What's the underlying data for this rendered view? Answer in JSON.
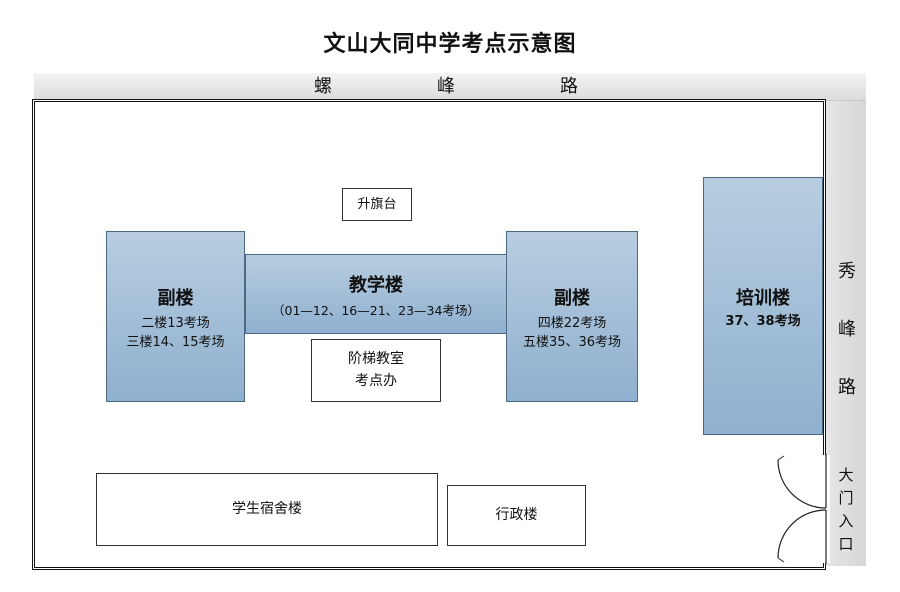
{
  "title": "文山大同中学考点示意图",
  "roads": {
    "top": [
      "螺",
      "峰",
      "路"
    ],
    "right": [
      "秀",
      "峰",
      "路"
    ]
  },
  "gate": [
    "大",
    "门",
    "入",
    "口"
  ],
  "buildings": {
    "flag": {
      "name": "升旗台"
    },
    "teaching": {
      "name": "教学楼",
      "rooms": "（01—12、16—21、23—34考场）"
    },
    "annex_left": {
      "name": "副楼",
      "lines": [
        "二楼13考场",
        "三楼14、15考场"
      ]
    },
    "annex_right": {
      "name": "副楼",
      "lines": [
        "四楼22考场",
        "五楼35、36考场"
      ]
    },
    "training": {
      "name": "培训楼",
      "rooms": "37、38考场"
    },
    "lecture": {
      "name": "阶梯教室",
      "office": "考点办"
    },
    "dorm": {
      "name": "学生宿舍楼"
    },
    "admin": {
      "name": "行政楼"
    }
  },
  "colors": {
    "building_fill": "#a5c0d9",
    "building_border": "#4d6882",
    "road": "#dcdcdc"
  }
}
